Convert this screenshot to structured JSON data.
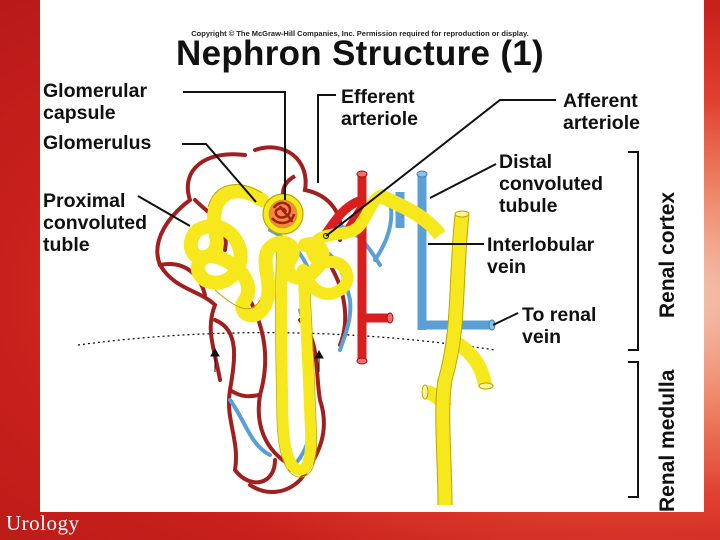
{
  "slide": {
    "copyright": "Copyright © The McGraw-Hill Companies, Inc. Permission required for reproduction or display.",
    "title": "Nephron Structure (1)",
    "footer": "Urology"
  },
  "labels": {
    "glomerular_capsule": "Glomerular\ncapsule",
    "glomerulus": "Glomerulus",
    "proximal_tube": "Proximal\nconvoluted\ntuble",
    "efferent_arteriole": "Efferent\narteriole",
    "afferent_arteriole": "Afferent\narteriole",
    "distal_tubule": "Distal\nconvoluted\ntubule",
    "interlobular_vein": "Interlobular\nvein",
    "to_renal_vein": "To renal\nvein",
    "renal_cortex": "Renal cortex",
    "renal_medulla": "Renal medulla"
  },
  "colors": {
    "tubule": "#f6e81c",
    "artery": "#d81e1e",
    "capillary": "#a21f1f",
    "vein": "#5b9fd6",
    "slide_red": "#c8201c"
  }
}
